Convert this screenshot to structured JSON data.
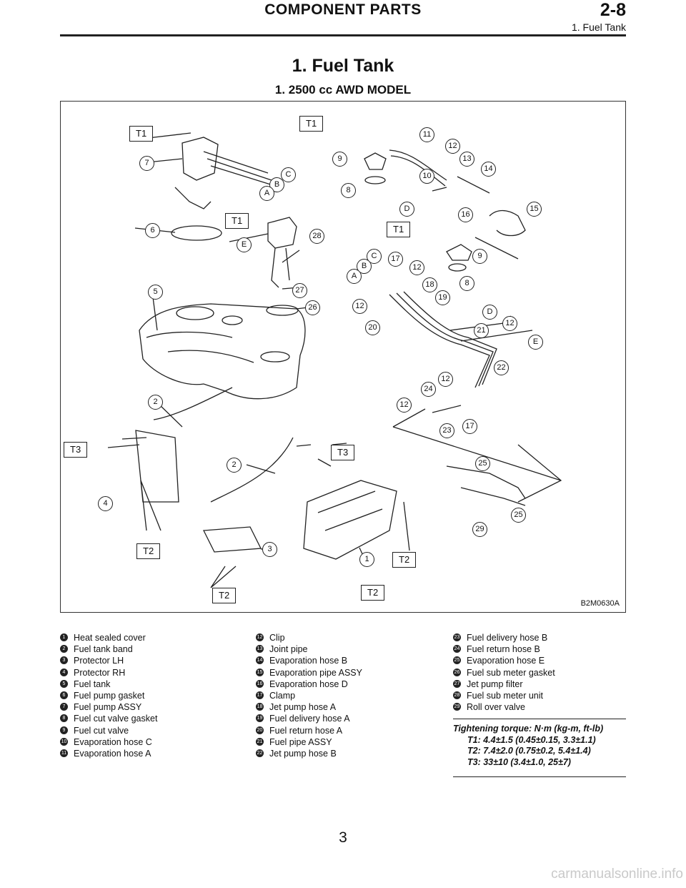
{
  "header": {
    "title": "COMPONENT PARTS",
    "section": "2-8",
    "subsection": "1. Fuel Tank"
  },
  "page_heading": "1. Fuel Tank",
  "sub_heading": "1. 2500 cc AWD MODEL",
  "figure": {
    "code": "B2M0630A",
    "torque_labels": [
      "T1",
      "T1",
      "T1",
      "T1",
      "T3",
      "T3",
      "T2",
      "T2",
      "T2",
      "T2"
    ],
    "numbers": [
      "7",
      "6",
      "5",
      "2",
      "4",
      "2",
      "3",
      "1",
      "28",
      "27",
      "26",
      "9",
      "8",
      "11",
      "10",
      "12",
      "13",
      "14",
      "15",
      "16",
      "9",
      "8",
      "17",
      "12",
      "18",
      "19",
      "12",
      "20",
      "21",
      "12",
      "22",
      "24",
      "12",
      "12",
      "23",
      "17",
      "25",
      "25",
      "29"
    ],
    "letters": [
      "C",
      "B",
      "A",
      "E",
      "D",
      "C",
      "B",
      "A",
      "D",
      "E"
    ]
  },
  "legend": {
    "col1": [
      {
        "n": "1",
        "text": "Heat sealed cover"
      },
      {
        "n": "2",
        "text": "Fuel tank band"
      },
      {
        "n": "3",
        "text": "Protector LH"
      },
      {
        "n": "4",
        "text": "Protector RH"
      },
      {
        "n": "5",
        "text": "Fuel tank"
      },
      {
        "n": "6",
        "text": "Fuel pump gasket"
      },
      {
        "n": "7",
        "text": "Fuel pump ASSY"
      },
      {
        "n": "8",
        "text": "Fuel cut valve gasket"
      },
      {
        "n": "9",
        "text": "Fuel cut valve"
      },
      {
        "n": "10",
        "text": "Evaporation hose C"
      },
      {
        "n": "11",
        "text": "Evaporation hose A"
      }
    ],
    "col2": [
      {
        "n": "12",
        "text": "Clip"
      },
      {
        "n": "13",
        "text": "Joint pipe"
      },
      {
        "n": "14",
        "text": "Evaporation hose B"
      },
      {
        "n": "15",
        "text": "Evaporation pipe ASSY"
      },
      {
        "n": "16",
        "text": "Evaporation hose D"
      },
      {
        "n": "17",
        "text": "Clamp"
      },
      {
        "n": "18",
        "text": "Jet pump hose A"
      },
      {
        "n": "19",
        "text": "Fuel delivery hose A"
      },
      {
        "n": "20",
        "text": "Fuel return hose A"
      },
      {
        "n": "21",
        "text": "Fuel pipe ASSY"
      },
      {
        "n": "22",
        "text": "Jet pump hose B"
      }
    ],
    "col3": [
      {
        "n": "23",
        "text": "Fuel delivery hose B"
      },
      {
        "n": "24",
        "text": "Fuel return hose B"
      },
      {
        "n": "25",
        "text": "Evaporation hose E"
      },
      {
        "n": "26",
        "text": "Fuel sub meter gasket"
      },
      {
        "n": "27",
        "text": "Jet pump filter"
      },
      {
        "n": "28",
        "text": "Fuel sub meter unit"
      },
      {
        "n": "29",
        "text": "Roll over valve"
      }
    ]
  },
  "torque": {
    "heading": "Tightening torque: N·m (kg-m, ft-lb)",
    "lines": [
      "T1: 4.4±1.5 (0.45±0.15, 3.3±1.1)",
      "T2: 7.4±2.0 (0.75±0.2, 5.4±1.4)",
      "T3: 33±10 (3.4±1.0, 25±7)"
    ]
  },
  "page_number": "3",
  "watermark": "carmanualsonline.info"
}
